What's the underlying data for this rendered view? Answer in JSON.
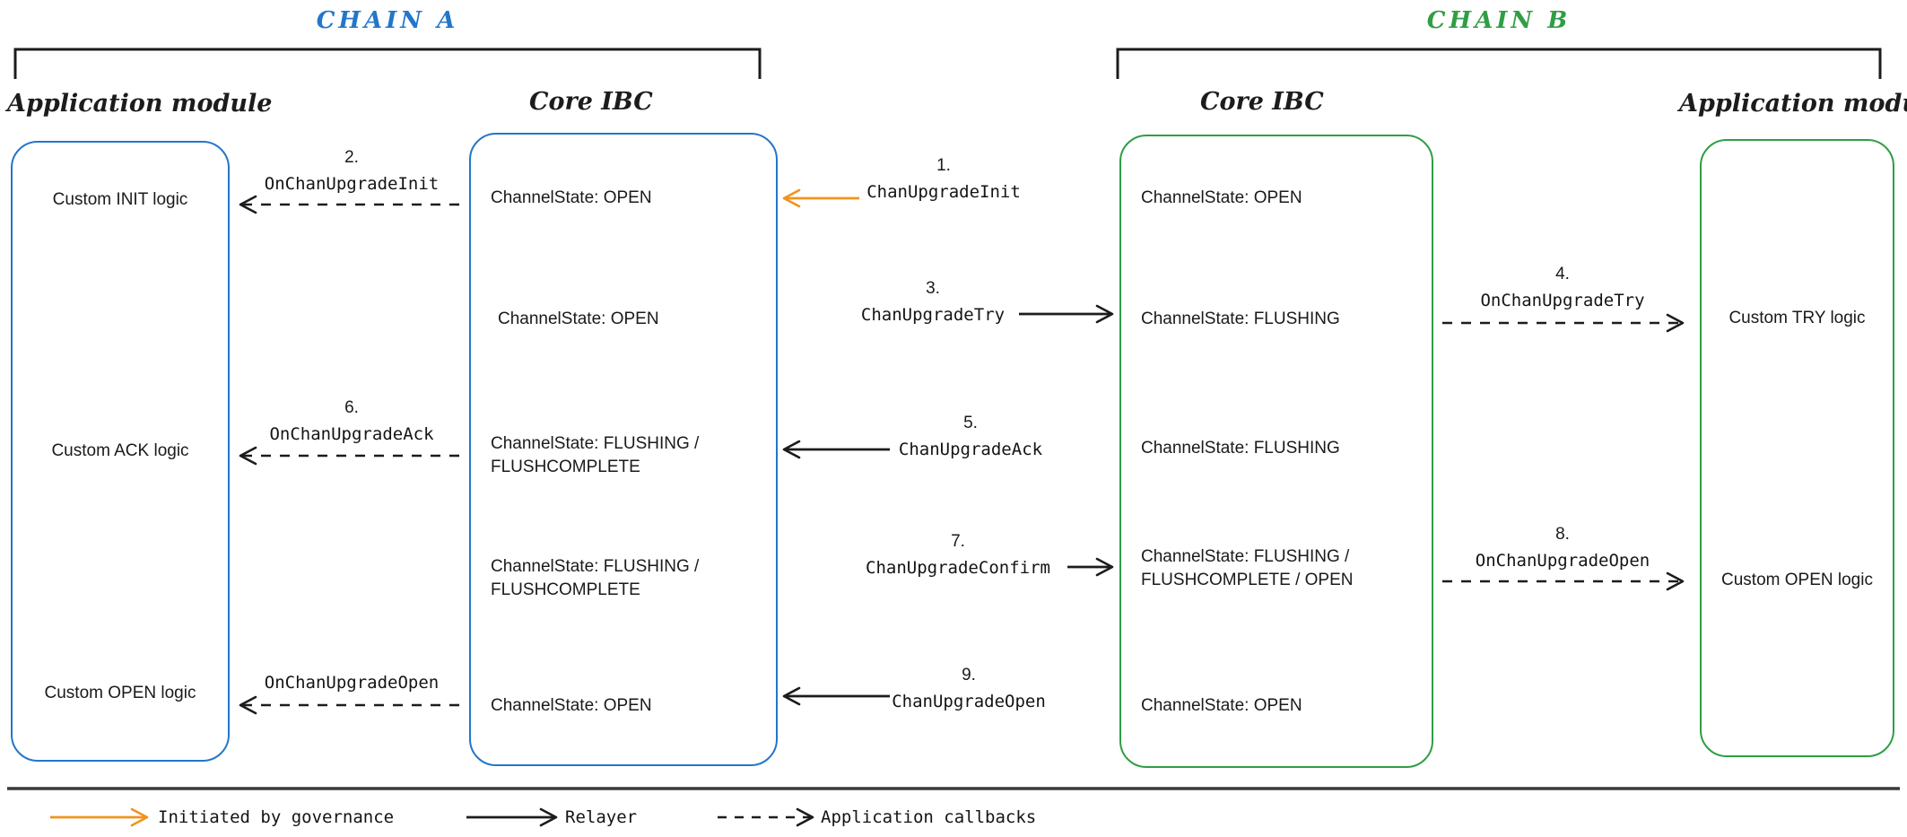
{
  "chain_a": {
    "label": "CHAIN A",
    "app_module": {
      "title": "Application module",
      "items": [
        "Custom INIT logic",
        "Custom ACK logic",
        "Custom OPEN logic"
      ]
    },
    "core_ibc": {
      "title": "Core IBC",
      "states": [
        "ChannelState: OPEN",
        "ChannelState: OPEN",
        "ChannelState: FLUSHING / FLUSHCOMPLETE",
        "ChannelState: FLUSHING / FLUSHCOMPLETE",
        "ChannelState: OPEN"
      ]
    },
    "callbacks": [
      {
        "number": "2.",
        "label": "OnChanUpgradeInit"
      },
      {
        "number": "6.",
        "label": "OnChanUpgradeAck"
      },
      {
        "number": "",
        "label": "OnChanUpgradeOpen"
      }
    ]
  },
  "chain_b": {
    "label": "CHAIN B",
    "core_ibc": {
      "title": "Core IBC",
      "states": [
        "ChannelState: OPEN",
        "ChannelState: FLUSHING",
        "ChannelState: FLUSHING",
        "ChannelState: FLUSHING / FLUSHCOMPLETE / OPEN",
        "ChannelState: OPEN"
      ]
    },
    "app_module": {
      "title": "Application module",
      "items": [
        "Custom TRY logic",
        "Custom OPEN logic"
      ]
    },
    "callbacks": [
      {
        "number": "4.",
        "label": "OnChanUpgradeTry"
      },
      {
        "number": "8.",
        "label": "OnChanUpgradeOpen"
      }
    ]
  },
  "relayer_messages": [
    {
      "number": "1.",
      "label": "ChanUpgradeInit"
    },
    {
      "number": "3.",
      "label": "ChanUpgradeTry"
    },
    {
      "number": "5.",
      "label": "ChanUpgradeAck"
    },
    {
      "number": "7.",
      "label": "ChanUpgradeConfirm"
    },
    {
      "number": "9.",
      "label": "ChanUpgradeOpen"
    }
  ],
  "legend": {
    "items": [
      {
        "label": "Initiated by governance"
      },
      {
        "label": "Relayer"
      },
      {
        "label": "Application callbacks"
      }
    ]
  },
  "colors": {
    "chain_a_blue": "#2376c9",
    "chain_b_green": "#2f9e44",
    "governance_orange": "#f0941e",
    "ink": "#1c1c1c"
  }
}
